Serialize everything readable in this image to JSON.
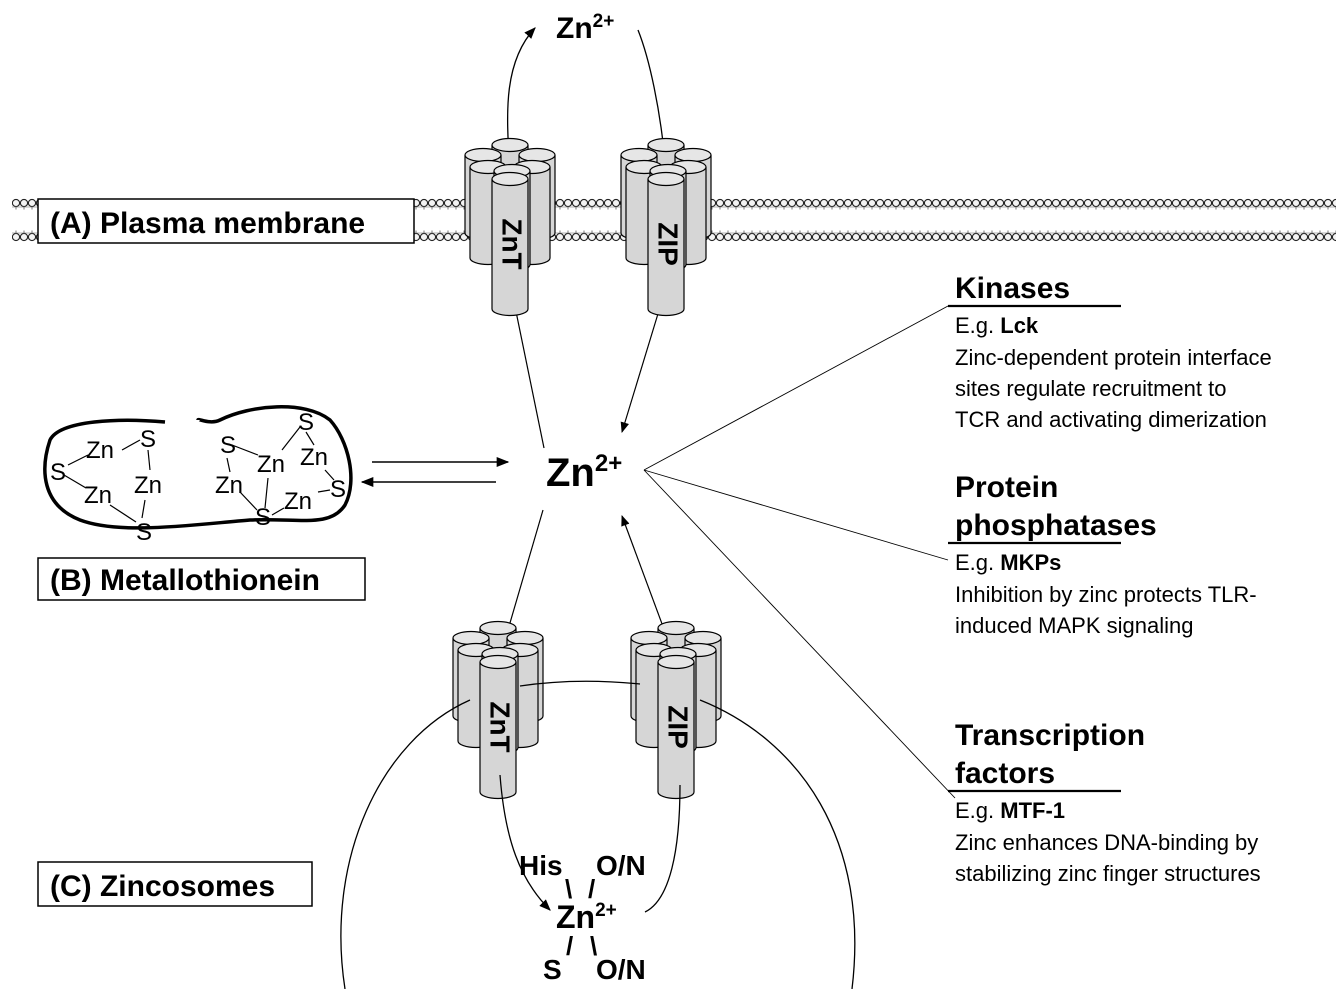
{
  "zn_label": "Zn",
  "zn_charge": "2+",
  "compartments": {
    "plasma_membrane": "(A) Plasma membrane",
    "metallothionein": "(B) Metallothionein",
    "zincosomes": "(C) Zincosomes"
  },
  "transporters": {
    "znt": "ZnT",
    "zip": "ZIP"
  },
  "metallothionein_atoms": {
    "zn": "Zn",
    "s": "S"
  },
  "coordination": {
    "his": "His",
    "on_top": "O/N",
    "s": "S",
    "on_bottom": "O/N",
    "bond_upper_left": "\\",
    "bond_upper_right": "/",
    "bond_lower_left": "/",
    "bond_lower_right": "\\"
  },
  "targets": [
    {
      "heading_lines": [
        "Kinases"
      ],
      "example_prefix": "E.g. ",
      "example": "Lck",
      "description_lines": [
        "Zinc-dependent protein interface",
        "sites regulate recruitment to",
        "TCR and activating dimerization"
      ]
    },
    {
      "heading_lines": [
        "Protein",
        "phosphatases"
      ],
      "example_prefix": "E.g. ",
      "example": "MKPs",
      "description_lines": [
        "Inhibition by zinc protects TLR-",
        "induced MAPK signaling"
      ]
    },
    {
      "heading_lines": [
        "Transcription",
        "factors"
      ],
      "example_prefix": "E.g. ",
      "example": "MTF-1",
      "description_lines": [
        "Zinc enhances DNA-binding by",
        "stabilizing zinc finger structures"
      ]
    }
  ]
}
